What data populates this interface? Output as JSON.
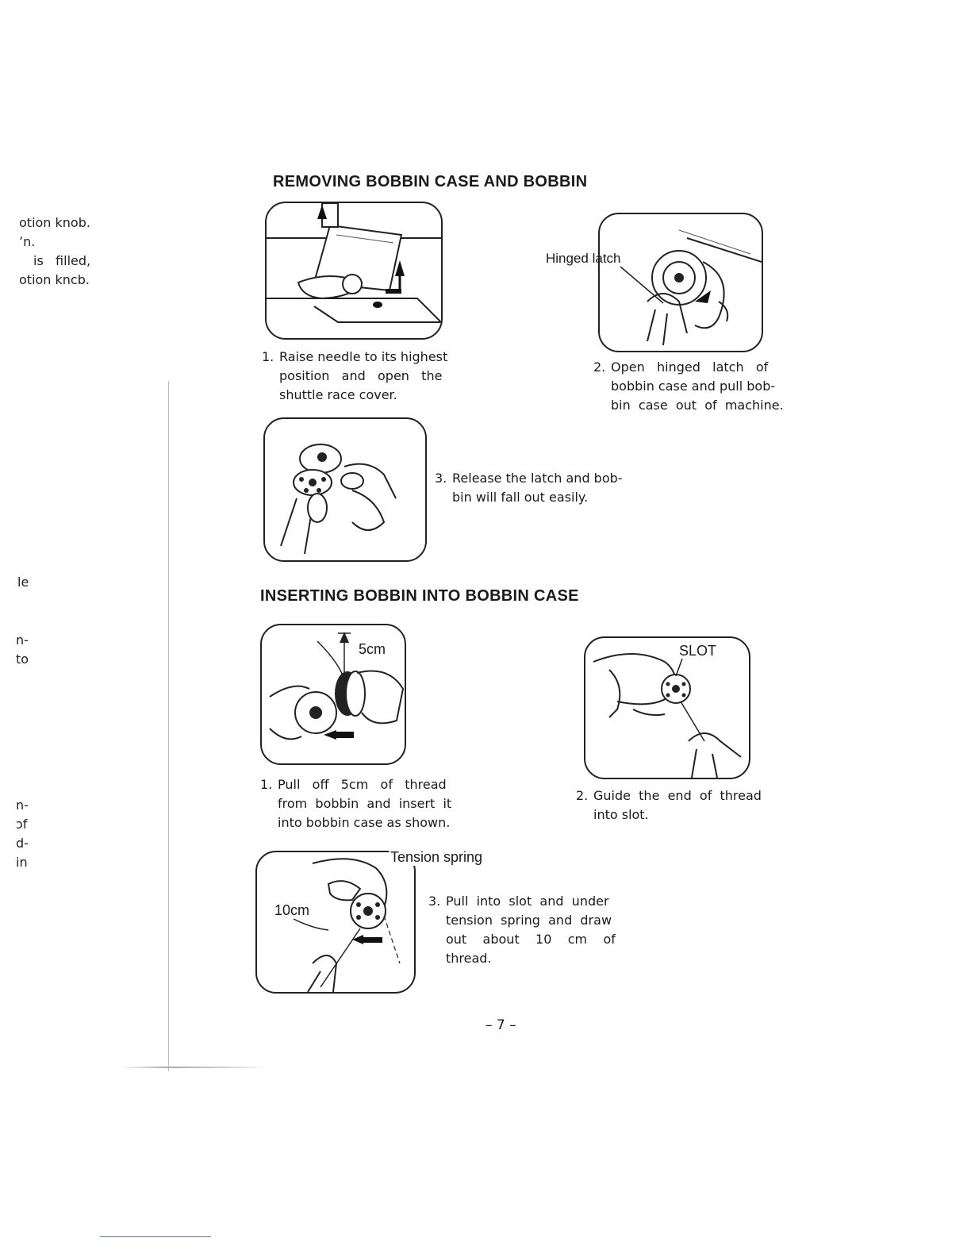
{
  "left_margin": [
    "otion knob.",
    "’n.",
    "is   filled,",
    "otion kncb.",
    "le",
    "n-",
    "to",
    "n-",
    "ɔf",
    "d-",
    "in"
  ],
  "section1": {
    "title": "REMOVING BOBBIN CASE AND BOBBIN",
    "step1": {
      "num": "1.",
      "lines": [
        "Raise needle to its highest",
        "position   and   open   the",
        "shuttle race cover."
      ]
    },
    "step2": {
      "num": "2.",
      "lines": [
        "Open   hinged   latch   of",
        "bobbin case and pull bob-",
        "bin  case  out  of  machine."
      ],
      "label": "Hinged latch"
    },
    "step3": {
      "num": "3.",
      "lines": [
        "Release the latch and bob-",
        "bin will fall out easily."
      ]
    }
  },
  "section2": {
    "title": "INSERTING BOBBIN INTO BOBBIN CASE",
    "step1": {
      "num": "1.",
      "lines": [
        "Pull   off   5cm   of   thread",
        "from  bobbin  and  insert  it",
        "into bobbin case as shown."
      ],
      "label": "5cm"
    },
    "step2": {
      "num": "2.",
      "lines": [
        "Guide  the  end  of  thread",
        "into slot."
      ],
      "label": "SLOT"
    },
    "step3": {
      "num": "3.",
      "lines": [
        "Pull  into  slot  and  under",
        "tension  spring  and  draw",
        "out    about    10    cm    of",
        "thread."
      ],
      "label_spring": "Tension spring",
      "label_len": "10cm"
    }
  },
  "page_number": "– 7 –"
}
